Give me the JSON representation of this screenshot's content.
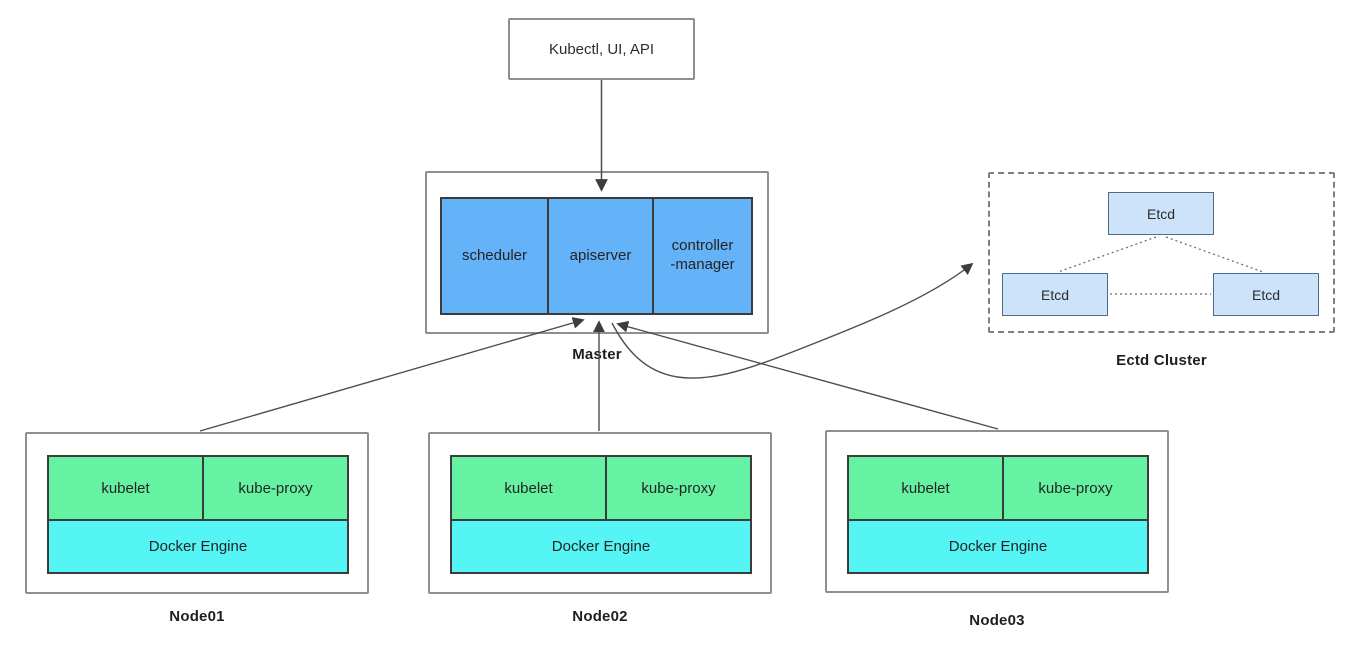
{
  "client": {
    "label": "Kubectl, UI, API"
  },
  "master": {
    "caption": "Master",
    "components": [
      "scheduler",
      "apiserver",
      "controller\n-manager"
    ]
  },
  "etcd_cluster": {
    "caption": "Ectd Cluster",
    "nodes": [
      "Etcd",
      "Etcd",
      "Etcd"
    ]
  },
  "worker_nodes": [
    {
      "caption": "Node01",
      "kubelet": "kubelet",
      "kube_proxy": "kube-proxy",
      "docker": "Docker Engine"
    },
    {
      "caption": "Node02",
      "kubelet": "kubelet",
      "kube_proxy": "kube-proxy",
      "docker": "Docker Engine"
    },
    {
      "caption": "Node03",
      "kubelet": "kubelet",
      "kube_proxy": "kube-proxy",
      "docker": "Docker Engine"
    }
  ],
  "colors": {
    "master_component_fill": "#64B2F8",
    "etcd_fill": "#CDE3F9",
    "agent_fill": "#66F2A3",
    "docker_fill": "#55F5F5",
    "container_border": "#8F8F8F",
    "component_border": "#3C3C3C",
    "connector": "#4D4D4D"
  }
}
